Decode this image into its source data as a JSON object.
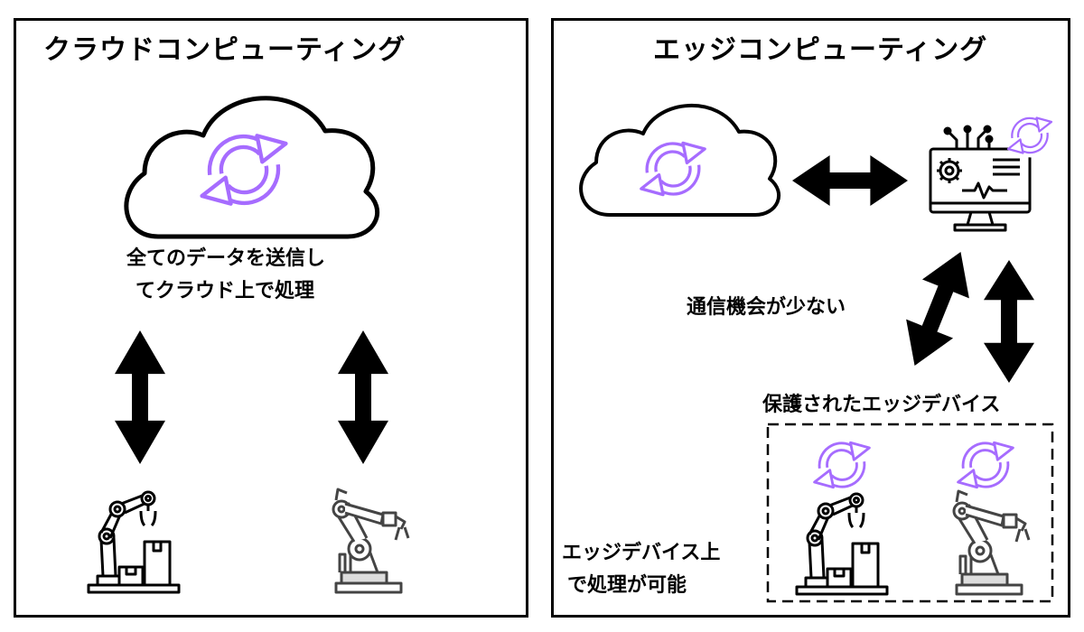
{
  "cloud_panel": {
    "title": "クラウドコンピューティング",
    "caption_line1": "全てのデータを送信し",
    "caption_line2": "てクラウド上で処理"
  },
  "edge_panel": {
    "title": "エッジコンピューティング",
    "comm_label": "通信機会が少ない",
    "devices_label": "保護されたエッジデバイス",
    "edge_caption_line1": "エッジデバイス上",
    "edge_caption_line2": "で処理が可能"
  },
  "colors": {
    "accent_purple": "#a66cff",
    "stroke": "#000000",
    "background": "#ffffff"
  }
}
